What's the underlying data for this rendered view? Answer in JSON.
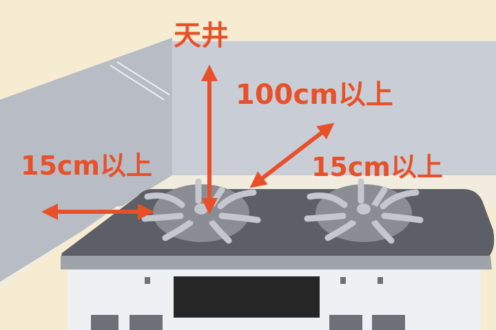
{
  "labels": {
    "ceiling": "天井",
    "back": "100cm以上",
    "left": "15cm以上",
    "right": "15cm以上"
  },
  "colors": {
    "background": "#f6ecd2",
    "wall": "#c9ced6",
    "wall_side": "#b7bcc5",
    "countertop": "#f2ecdf",
    "cooktop": "#5c5f65",
    "cooktop_edge": "#9fa3aa",
    "cabinet": "#eef1f4",
    "burner_grate": "#c4c8ce",
    "burner_ring": "#8a8e94",
    "window_dark": "#262626",
    "knob": "#6d7177",
    "arrow": "#e8502a",
    "label": "#e8502a"
  }
}
